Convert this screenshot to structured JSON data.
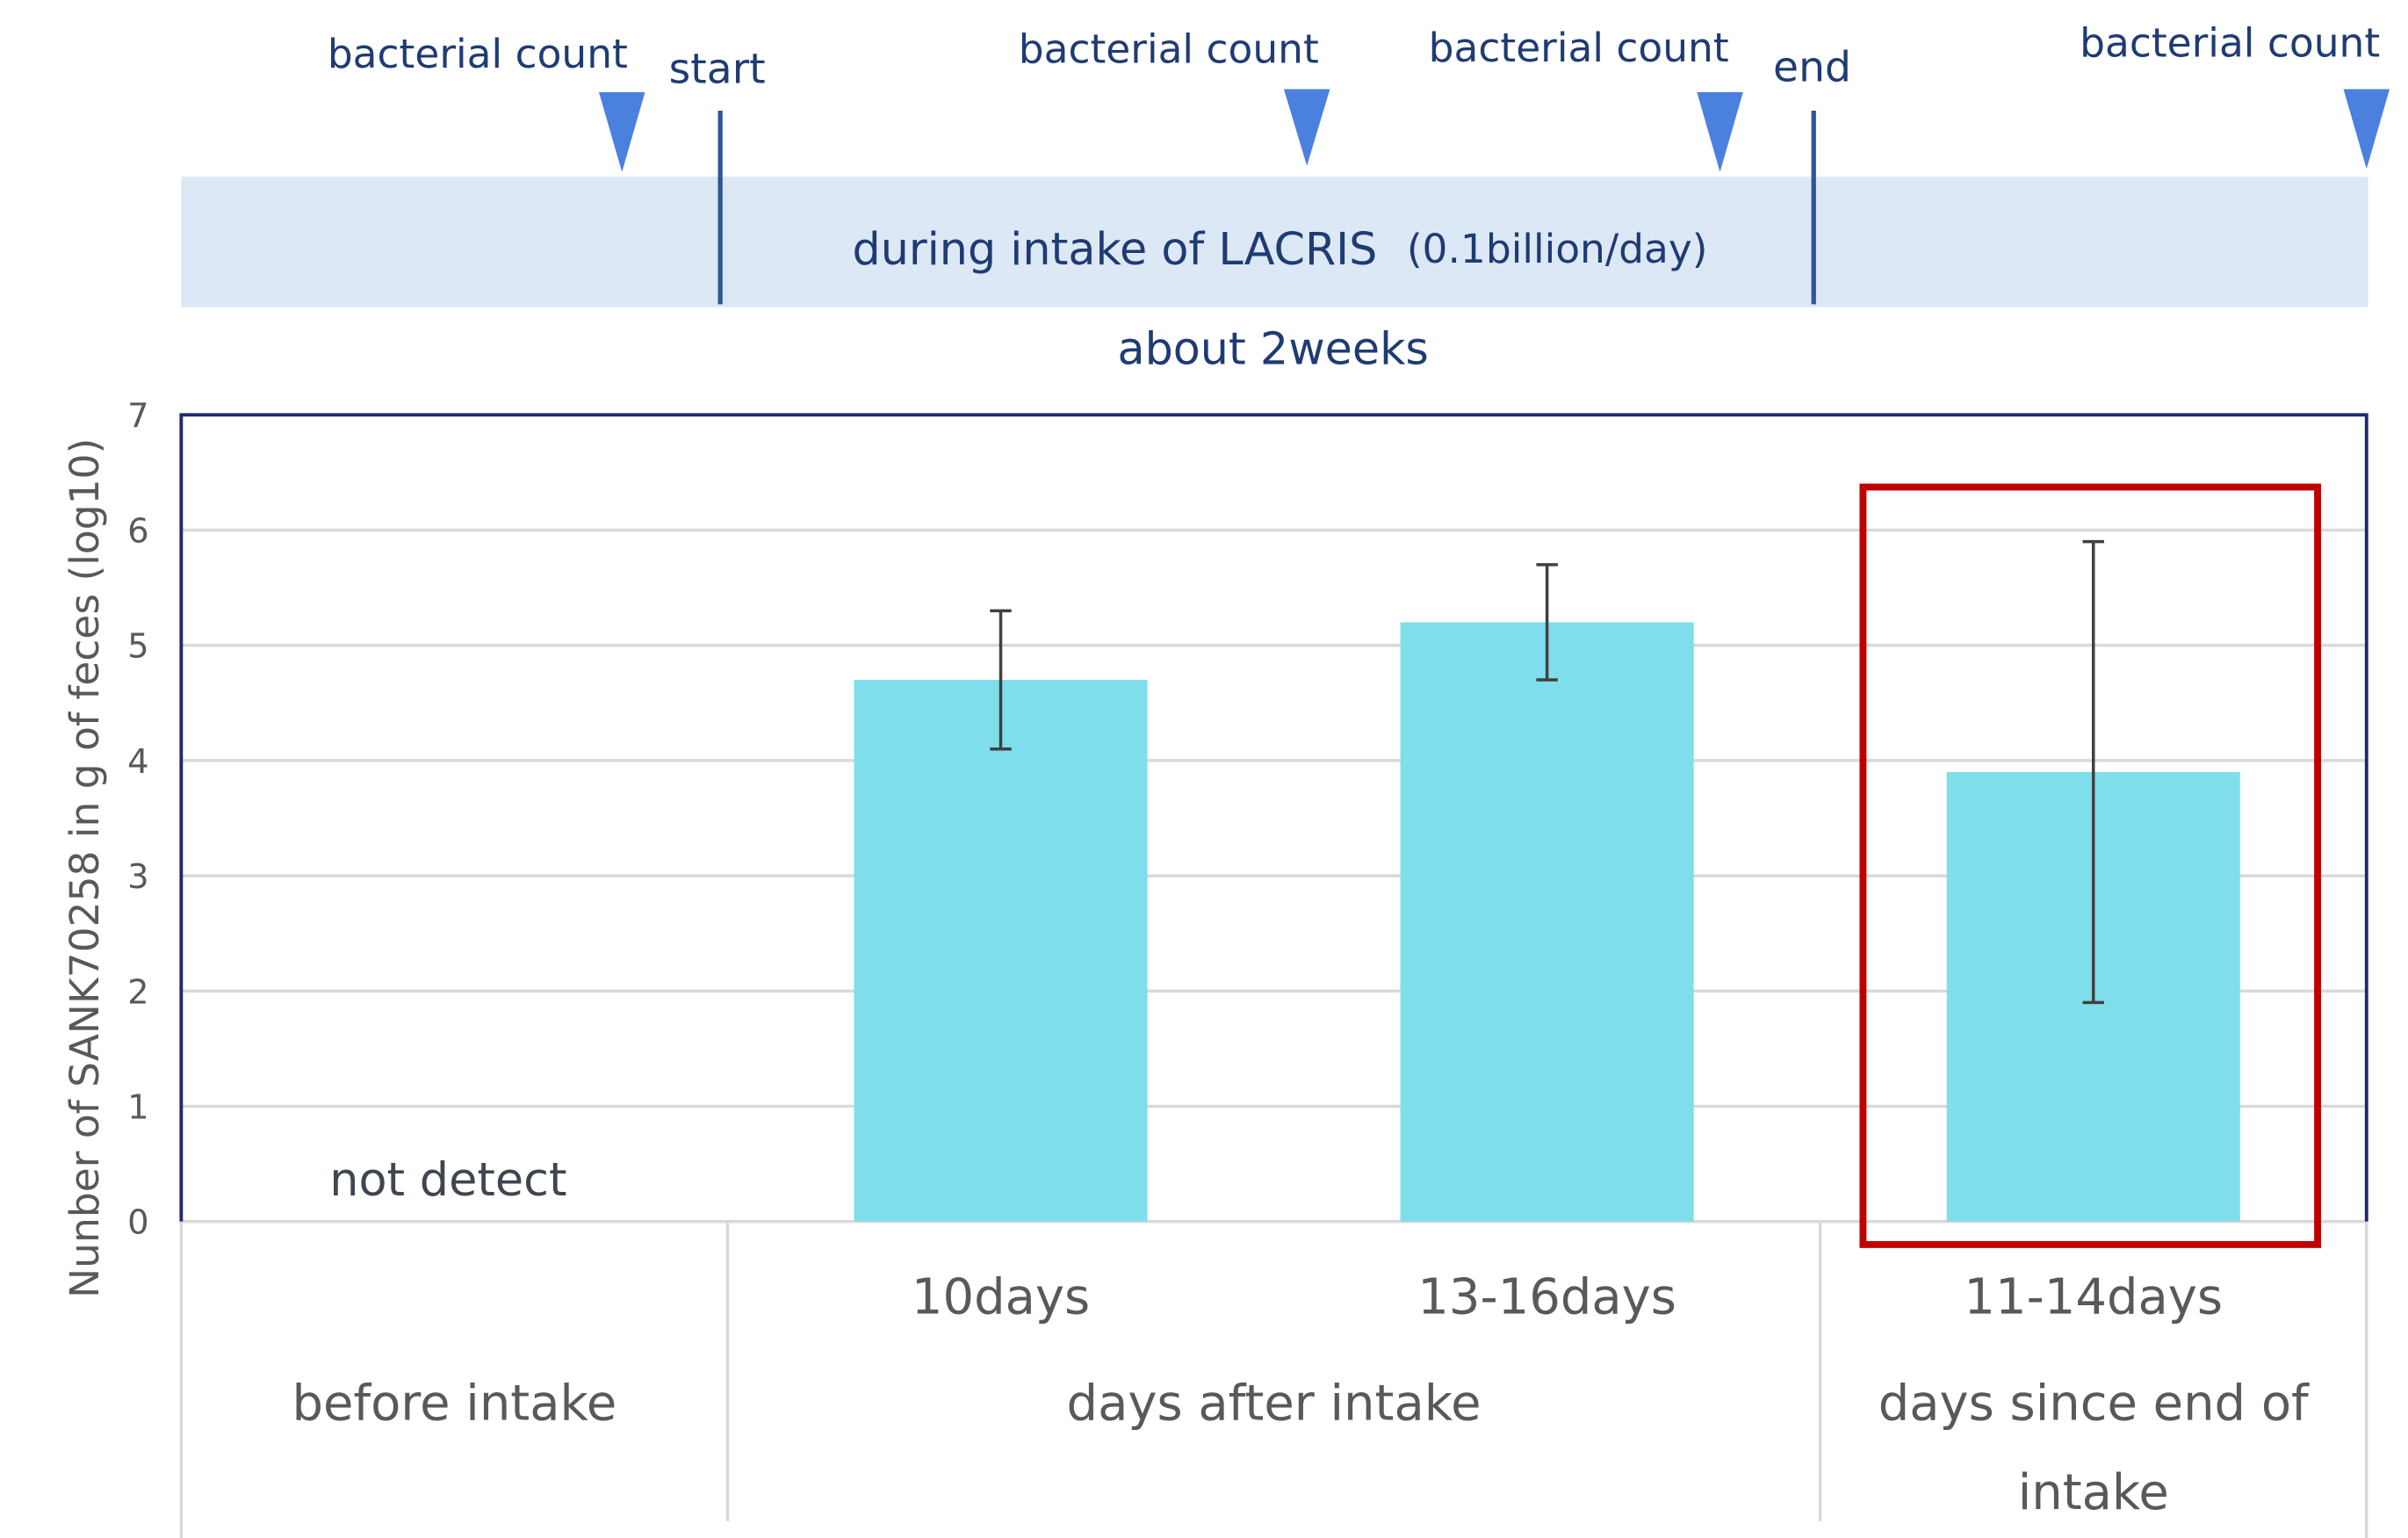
{
  "timeline": {
    "count_labels": [
      "bacterial count",
      "bacterial count",
      "bacterial count",
      "bacterial count"
    ],
    "start_label": "start",
    "end_label": "end",
    "period_label": "during intake of LACRIS",
    "dose_label": "(0.1billion/day)",
    "duration_label": "about 2weeks",
    "marker_icon": "triangle-down-icon",
    "colors": {
      "text": "#1F3B73",
      "band": "#DCE8F5",
      "marker": "#4A80DE",
      "boundary": "#2F5597"
    }
  },
  "chart_data": {
    "type": "bar",
    "ylabel": "Nunber of SANK70258 in g of feces (log10)",
    "ylim": [
      0,
      7
    ],
    "yticks": [
      0,
      1,
      2,
      3,
      4,
      5,
      6,
      7
    ],
    "grid": true,
    "groups": [
      {
        "label_lines": [
          "before intake"
        ],
        "bars": [
          {
            "value": null,
            "annotation": "not detect"
          }
        ]
      },
      {
        "label_lines": [
          "days after intake"
        ],
        "bars": [
          {
            "label": "10days",
            "value": 4.7,
            "error": [
              4.1,
              5.3
            ]
          },
          {
            "label": "13-16days",
            "value": 5.2,
            "error": [
              4.7,
              5.7
            ]
          }
        ]
      },
      {
        "label_lines": [
          "days since end of",
          "intake"
        ],
        "bars": [
          {
            "label": "11-14days",
            "value": 3.9,
            "error": [
              1.9,
              5.9
            ],
            "highlighted": true
          }
        ]
      }
    ],
    "colors": {
      "bar": "#7FDEEC",
      "error_bar": "#404040",
      "highlight": "#C00000",
      "frame": "#1F2A6B",
      "grid": "#D9D9D9",
      "text": "#595959",
      "annotation": "#3F4651"
    }
  }
}
